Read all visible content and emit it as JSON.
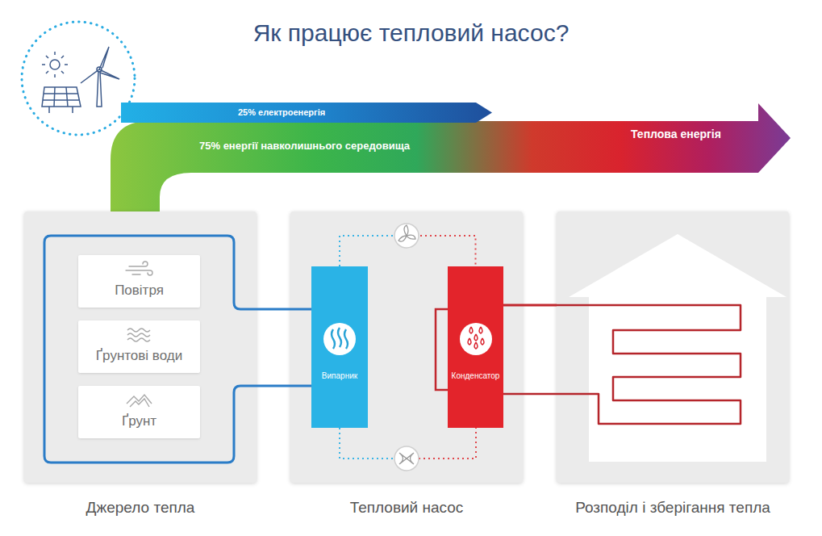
{
  "diagram": {
    "title": "Як працює тепловий насос?",
    "nodes": [
      {
        "text": [
          "25% електроенергія"
        ]
      },
      {
        "text": [
          "75% енергії навколишнього середовища",
          "Теплова енергія"
        ]
      },
      {
        "text": [
          "Джерело тепла"
        ]
      },
      {
        "text": [
          "Повітря"
        ],
        "in": 2
      },
      {
        "text": [
          "Ґрунтові води"
        ],
        "in": 2
      },
      {
        "text": [
          "Ґрунт"
        ],
        "in": 2
      },
      {
        "text": [
          "Тепловий насос"
        ]
      },
      {
        "text": [
          "Випарник"
        ],
        "in": 6
      },
      {
        "text": [
          "Конденсатор"
        ],
        "in": 6
      },
      {
        "text": [
          "Розподіл і зберігання тепла"
        ]
      }
    ],
    "edges": [
      {
        "from": 2,
        "to": 7,
        "arrow": "none"
      },
      {
        "from": 7,
        "to": 8,
        "arrow": "none"
      },
      {
        "from": 8,
        "to": 9,
        "arrow": "none"
      }
    ]
  }
}
